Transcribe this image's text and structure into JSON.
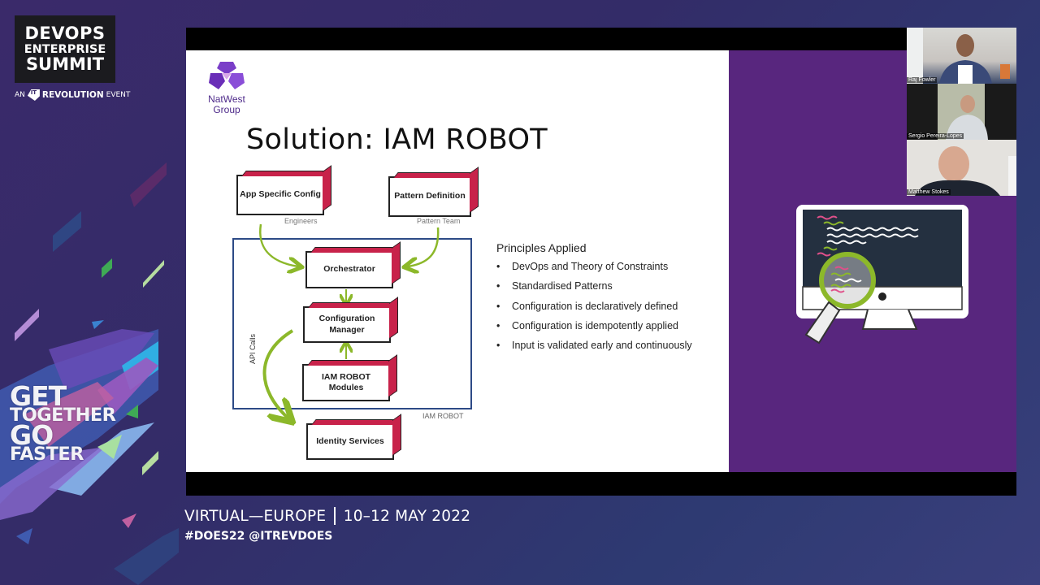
{
  "event": {
    "logo_line1": "DEVOPS",
    "logo_line2": "ENTERPRISE",
    "logo_line3": "SUMMIT",
    "organizer_prefix": "AN",
    "organizer_mark": "IT",
    "organizer_name": "REVOLUTION",
    "organizer_suffix": "EVENT",
    "tagline": [
      "GET",
      "TOGETHER",
      "GO",
      "FASTER"
    ],
    "location": "VIRTUAL—EUROPE",
    "dates": "10–12 MAY 2022",
    "hashtags": "#DOES22 @ITREVDOES"
  },
  "slide": {
    "company_logo_line1": "NatWest",
    "company_logo_line2": "Group",
    "title": "Solution: IAM ROBOT",
    "diagram": {
      "boxes": [
        {
          "id": "app-specific-config",
          "label": "App Specific Config"
        },
        {
          "id": "pattern-definition",
          "label": "Pattern Definition"
        },
        {
          "id": "orchestrator",
          "label": "Orchestrator"
        },
        {
          "id": "configuration-manager",
          "label": "Configuration Manager"
        },
        {
          "id": "iam-robot-modules",
          "label": "IAM ROBOT Modules"
        },
        {
          "id": "identity-services",
          "label": "Identity Services"
        }
      ],
      "labels": {
        "engineers": "Engineers",
        "pattern_team": "Pattern Team",
        "api_calls": "API Calls",
        "frame_label": "IAM ROBOT"
      },
      "colors": {
        "box_side": "#c8224a",
        "arrow": "#8cb82a",
        "frame": "#2d4a86"
      }
    },
    "principles": {
      "heading": "Principles Applied",
      "items": [
        "DevOps and Theory of Constraints",
        "Standardised Patterns",
        "Configuration is declaratively defined",
        "Configuration is idempotently applied",
        "Input is validated early and continuously"
      ]
    }
  },
  "participants": [
    {
      "name": "Raj Fowler"
    },
    {
      "name": "Sergio Pereira-Lopes"
    },
    {
      "name": "Matthew Stokes"
    }
  ]
}
